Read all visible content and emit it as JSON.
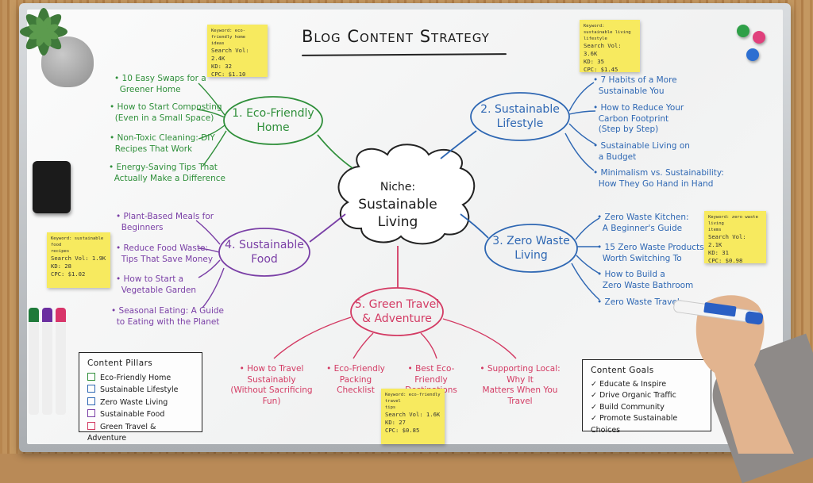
{
  "title": "Blog Content Strategy",
  "center": {
    "line1": "Niche:",
    "line2": "Sustainable",
    "line3": "Living"
  },
  "branches": {
    "eco_home": {
      "label_line1": "1. Eco-Friendly",
      "label_line2": "Home",
      "items": [
        "10 Easy Swaps for a",
        "Greener Home",
        "How to Start Composting",
        "(Even in a Small Space)",
        "Non-Toxic Cleaning: DIY",
        "Recipes That Work",
        "Energy-Saving Tips That",
        "Actually Make a Difference"
      ],
      "color": "#2f8f3a"
    },
    "lifestyle": {
      "label_line1": "2. Sustainable",
      "label_line2": "Lifestyle",
      "items": [
        "7 Habits of a More",
        "Sustainable You",
        "How to Reduce Your",
        "Carbon Footprint",
        "(Step by Step)",
        "Sustainable Living on",
        "a Budget",
        "Minimalism vs. Sustainability:",
        "How They Go Hand in Hand"
      ],
      "color": "#2e67b3"
    },
    "zero_waste": {
      "label_line1": "3. Zero Waste",
      "label_line2": "Living",
      "items": [
        "Zero Waste Kitchen:",
        "A Beginner's Guide",
        "15 Zero Waste Products",
        "Worth Switching To",
        "How to Build a",
        "Zero Waste Bathroom",
        "Zero Waste Travel:"
      ],
      "color": "#2e67b3"
    },
    "food": {
      "label_line1": "4. Sustainable",
      "label_line2": "Food",
      "items": [
        "Plant-Based Meals for",
        "Beginners",
        "Reduce Food Waste:",
        "Tips That Save Money",
        "How to Start a",
        "Vegetable Garden",
        "Seasonal Eating: A Guide",
        "to Eating with the Planet"
      ],
      "color": "#7a3fa6"
    },
    "travel": {
      "label_line1": "5. Green Travel",
      "label_line2": "& Adventure",
      "items": [
        "How to Travel Sustainably",
        "(Without Sacrificing Fun)",
        "Eco-Friendly Packing",
        "Checklist",
        "Best Eco-Friendly",
        "Destinations",
        "Supporting Local: Why It",
        "Matters When You Travel"
      ],
      "color": "#d33a63"
    }
  },
  "stickies": {
    "s1": {
      "keyword": "Keyword: eco-friendly home",
      "keyword2": "ideas",
      "vol": "Search Vol: 2.4K",
      "kd": "KD: 32",
      "cpc": "CPC: $1.10"
    },
    "s2": {
      "keyword": "Keyword: sustainable living",
      "keyword2": "lifestyle",
      "vol": "Search Vol: 3.6K",
      "kd": "KD: 35",
      "cpc": "CPC: $1.45"
    },
    "s3": {
      "keyword": "Keyword: zero waste living",
      "keyword2": "items",
      "vol": "Search Vol: 2.1K",
      "kd": "KD: 31",
      "cpc": "CPC: $0.98"
    },
    "s4": {
      "keyword": "Keyword: sustainable food",
      "keyword2": "recipes",
      "vol": "Search Vol: 1.9K",
      "kd": "KD: 28",
      "cpc": "CPC: $1.02"
    },
    "s5": {
      "keyword": "Keyword: eco-friendly travel",
      "keyword2": "tips",
      "vol": "Search Vol: 1.6K",
      "kd": "KD: 27",
      "cpc": "CPC: $0.85"
    }
  },
  "pillars": {
    "header": "Content Pillars",
    "items": [
      "Eco-Friendly Home",
      "Sustainable Lifestyle",
      "Zero Waste Living",
      "Sustainable Food",
      "Green Travel & Adventure"
    ]
  },
  "goals": {
    "header": "Content Goals",
    "items": [
      "✓ Educate & Inspire",
      "✓ Drive Organic Traffic",
      "✓ Build Community",
      "✓ Promote Sustainable Choices"
    ]
  },
  "colors": {
    "green": "#2f8f3a",
    "blue": "#2e67b3",
    "purple": "#7a3fa6",
    "pink": "#d33a63",
    "sticky": "#f7ea5f"
  }
}
